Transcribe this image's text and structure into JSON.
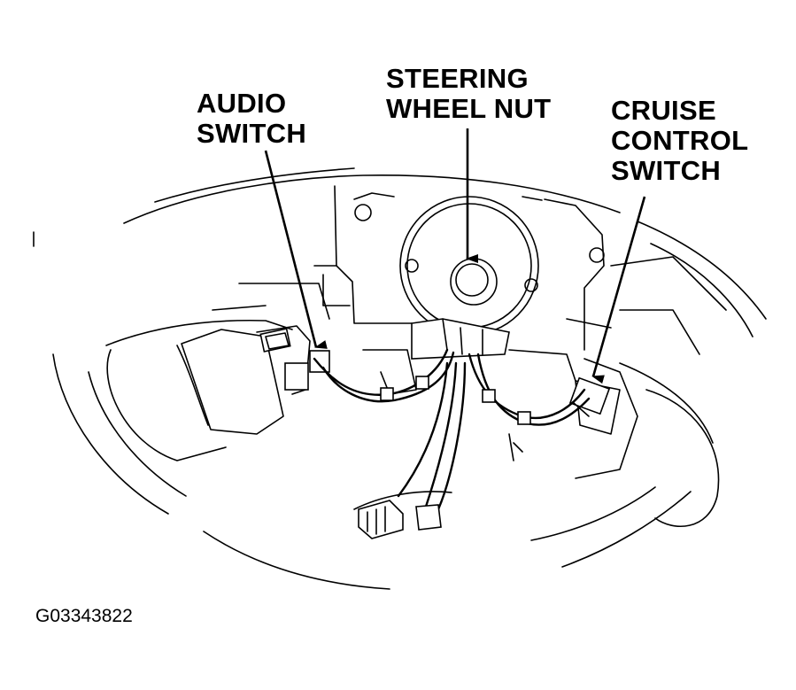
{
  "labels": {
    "audio_switch": [
      "AUDIO",
      "SWITCH"
    ],
    "steering_wheel_nut": [
      "STEERING",
      "WHEEL NUT"
    ],
    "cruise_control_switch": [
      "CRUISE",
      "CONTROL",
      "SWITCH"
    ]
  },
  "figure_id": "G03343822",
  "colors": {
    "line": "#000000",
    "background": "#ffffff"
  }
}
